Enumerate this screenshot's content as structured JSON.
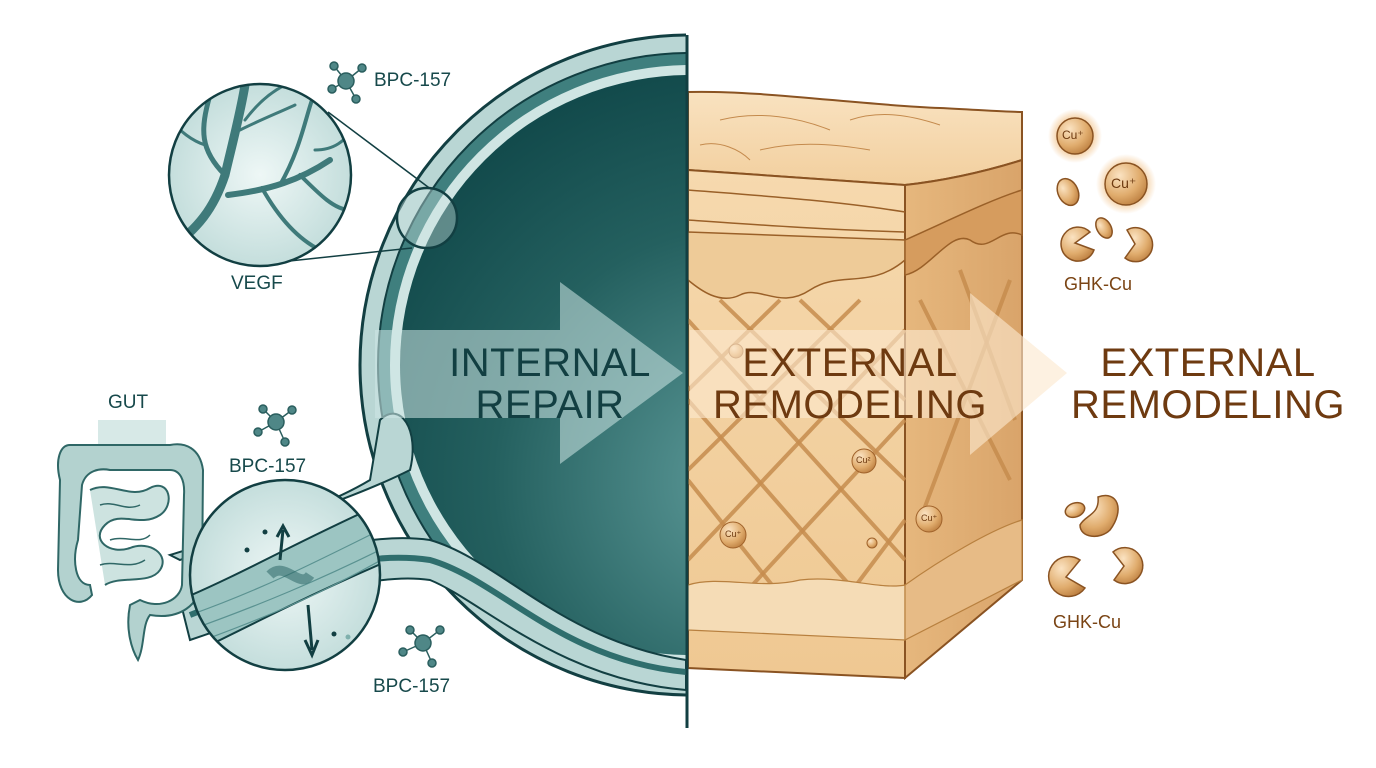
{
  "diagram": {
    "left_panel": {
      "theme": "internal",
      "headline_line1": "INTERNAL",
      "headline_line2": "REPAIR",
      "labels": {
        "bpc_top": "BPC-157",
        "vegf": "VEGF",
        "gut": "GUT",
        "bpc_middle": "BPC-157",
        "bpc_bottom": "BPC-157"
      }
    },
    "right_panel": {
      "theme": "external",
      "headline_line1": "EXTERNAL",
      "headline_line2": "REMODELING",
      "outer_headline_line1": "EXTERNAL",
      "outer_headline_line2": "REMODELING",
      "labels": {
        "ghk_top": "GHK-Cu",
        "ghk_bottom": "GHK-Cu",
        "cu_ion_1": "Cu⁺",
        "cu_ion_2": "Cu⁺",
        "cu_in_skin_1": "Cu²",
        "cu_in_skin_2": "Cu⁺",
        "cu_in_skin_3": "Cu⁺"
      }
    },
    "colors": {
      "teal_dark": "#0f4a4c",
      "teal_mid": "#4f8e8e",
      "teal_light": "#cfe5e3",
      "copper_dark": "#7a4414",
      "copper_mid": "#d9a46a",
      "copper_light": "#f7dcb4",
      "divider": "#123f42"
    }
  }
}
